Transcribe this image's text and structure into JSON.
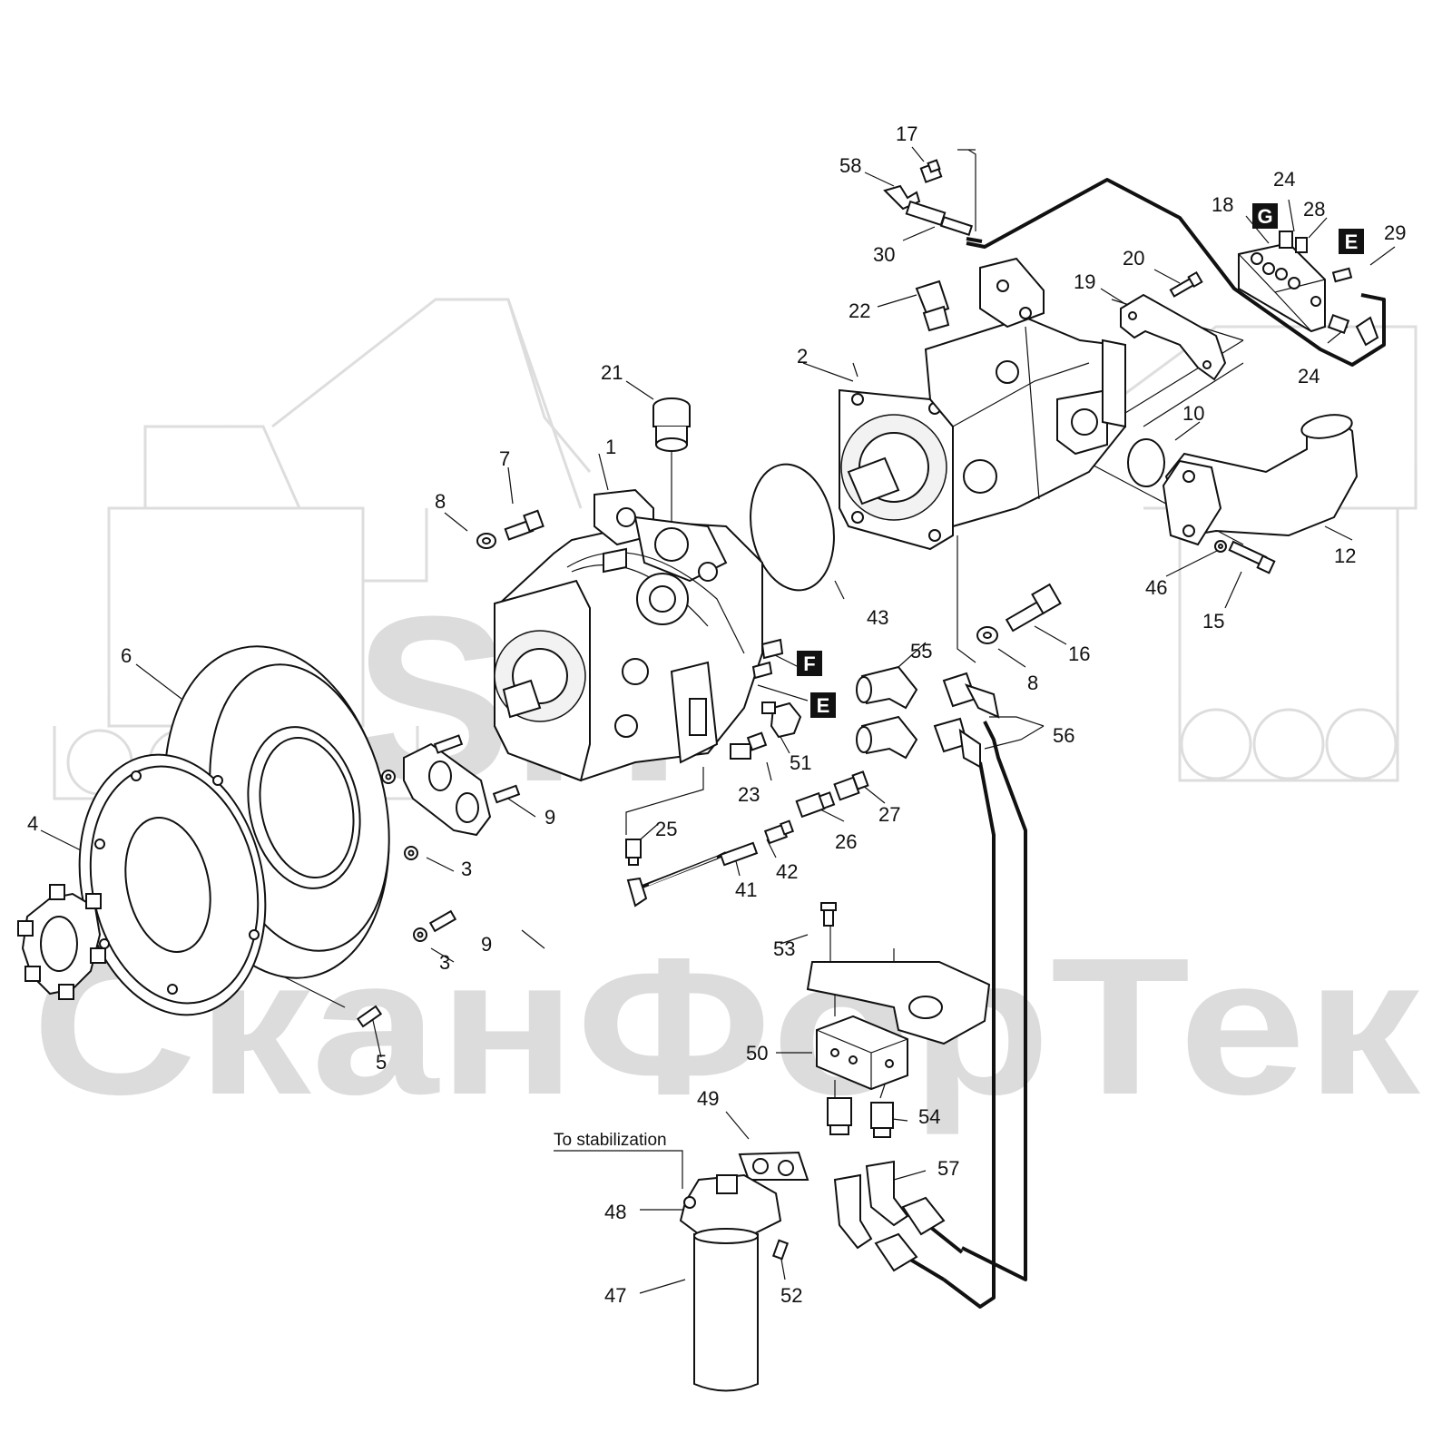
{
  "watermark": {
    "logo_text": "SIT",
    "text": "СканФорТек",
    "color": "#d9d9d9"
  },
  "annotation": {
    "to_stabilization": "To stabilization"
  },
  "badges": [
    {
      "id": "G",
      "text": "G"
    },
    {
      "id": "E1",
      "text": "E"
    },
    {
      "id": "F",
      "text": "F"
    },
    {
      "id": "E2",
      "text": "E"
    }
  ],
  "callouts": [
    "1",
    "2",
    "3",
    "3",
    "4",
    "5",
    "6",
    "7",
    "8",
    "8",
    "9",
    "9",
    "10",
    "12",
    "15",
    "16",
    "17",
    "18",
    "19",
    "20",
    "21",
    "22",
    "23",
    "24",
    "24",
    "25",
    "26",
    "27",
    "28",
    "29",
    "30",
    "41",
    "42",
    "43",
    "46",
    "47",
    "48",
    "49",
    "50",
    "51",
    "52",
    "53",
    "54",
    "55",
    "56",
    "57",
    "58"
  ],
  "icons": [
    "hydraulic-pump",
    "hydraulic-motor",
    "coupling-flange",
    "drive-coupling",
    "oil-filter",
    "valve-block",
    "hose"
  ]
}
